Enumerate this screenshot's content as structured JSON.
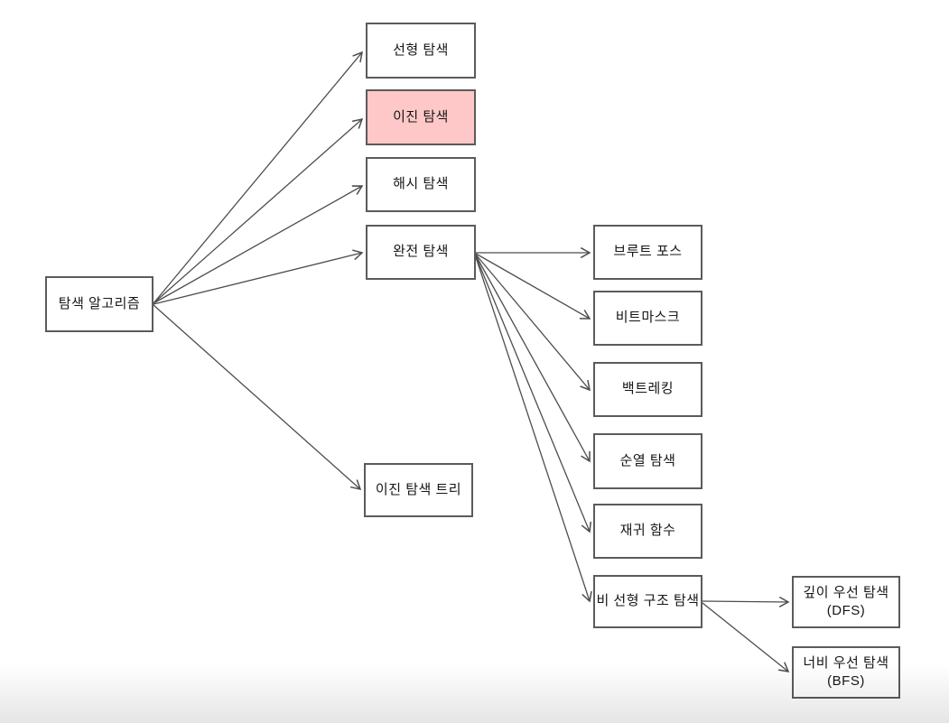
{
  "diagram": {
    "description": "Search algorithm taxonomy flowchart",
    "nodes": {
      "root": {
        "label": "탐색 알고리즘",
        "highlighted": false
      },
      "linear": {
        "label": "선형 탐색",
        "highlighted": false
      },
      "binary": {
        "label": "이진 탐색",
        "highlighted": true
      },
      "hash": {
        "label": "해시 탐색",
        "highlighted": false
      },
      "exhaustive": {
        "label": "완전 탐색",
        "highlighted": false
      },
      "bst": {
        "label": "이진 탐색 트리",
        "highlighted": false
      },
      "brute_force": {
        "label": "브루트 포스",
        "highlighted": false
      },
      "bitmask": {
        "label": "비트마스크",
        "highlighted": false
      },
      "backtracking": {
        "label": "백트레킹",
        "highlighted": false
      },
      "permutation": {
        "label": "순열 탐색",
        "highlighted": false
      },
      "recursion": {
        "label": "재귀 함수",
        "highlighted": false
      },
      "nonlinear": {
        "label": "비 선형 구조 탐색",
        "highlighted": false
      },
      "dfs": {
        "line1": "깊이 우선 탐색",
        "line2": "(DFS)",
        "highlighted": false
      },
      "bfs": {
        "line1": "너비 우선 탐색",
        "line2": "(BFS)",
        "highlighted": false
      }
    },
    "edges": [
      {
        "from": "탐색 알고리즘",
        "to": "선형 탐색"
      },
      {
        "from": "탐색 알고리즘",
        "to": "이진 탐색"
      },
      {
        "from": "탐색 알고리즘",
        "to": "해시 탐색"
      },
      {
        "from": "탐색 알고리즘",
        "to": "완전 탐색"
      },
      {
        "from": "탐색 알고리즘",
        "to": "이진 탐색 트리"
      },
      {
        "from": "완전 탐색",
        "to": "브루트 포스"
      },
      {
        "from": "완전 탐색",
        "to": "비트마스크"
      },
      {
        "from": "완전 탐색",
        "to": "백트레킹"
      },
      {
        "from": "완전 탐색",
        "to": "순열 탐색"
      },
      {
        "from": "완전 탐색",
        "to": "재귀 함수"
      },
      {
        "from": "완전 탐색",
        "to": "비 선형 구조 탐색"
      },
      {
        "from": "비 선형 구조 탐색",
        "to": "깊이 우선 탐색 (DFS)"
      },
      {
        "from": "비 선형 구조 탐색",
        "to": "너비 우선 탐색 (BFS)"
      }
    ],
    "colors": {
      "background": "#ffffff",
      "node_fill": "#ffffff",
      "node_border": "#5b5b5b",
      "highlight_fill": "#ffc8c8",
      "arrow": "#4d4d4d",
      "text": "#161616"
    }
  }
}
